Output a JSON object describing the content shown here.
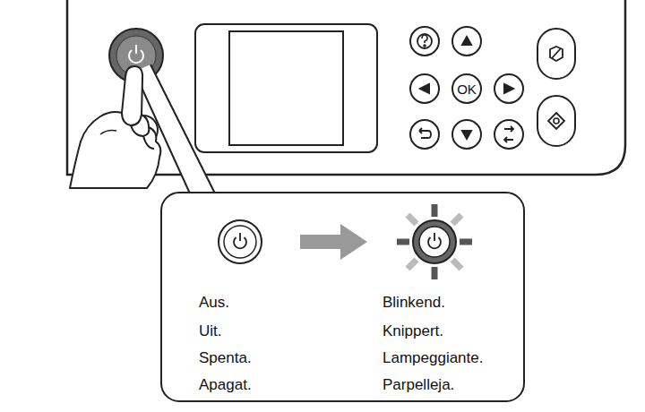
{
  "diagram": {
    "nodes": [
      {
        "text": [
          "OK"
        ]
      },
      {
        "text": [
          "Aus.",
          "Uit.",
          "Spenta.",
          "Apagat.",
          "Blinkend.",
          "Knippert.",
          "Lampeggiante.",
          "Parpelleja."
        ]
      }
    ]
  }
}
